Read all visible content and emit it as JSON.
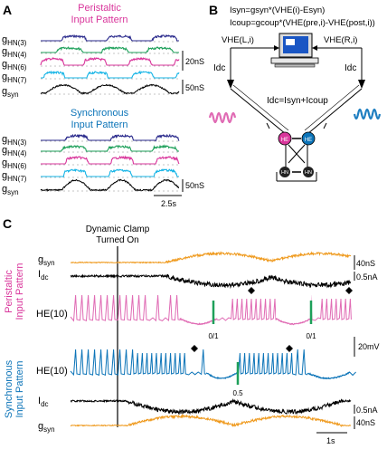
{
  "colors": {
    "magenta": "#d9359b",
    "blue": "#0c74b8",
    "cyan": "#14b4e6",
    "navy": "#2a2a8c",
    "green": "#1ea05a",
    "orange": "#ef9a1e",
    "black": "#000000",
    "pink": "#e06bb4"
  },
  "panelA": {
    "label": "A",
    "peristaltic_title_1": "Peristaltic",
    "peristaltic_title_2": "Input Pattern",
    "synchronous_title_1": "Synchronous",
    "synchronous_title_2": "Input Pattern",
    "rows": [
      {
        "g": "g",
        "sub": "HN(3)"
      },
      {
        "g": "g",
        "sub": "HN(4)"
      },
      {
        "g": "g",
        "sub": "HN(6)"
      },
      {
        "g": "g",
        "sub": "HN(7)"
      },
      {
        "g": "g",
        "sub": "syn"
      }
    ],
    "scale_top": "20nS",
    "scale_syn": "50nS",
    "scale_syn_bottom": "50nS",
    "scale_time": "2.5s"
  },
  "panelB": {
    "label": "B",
    "eq1": "Isyn=gsyn*(VHE(i)-Esyn)",
    "eq2": "Icoup=gcoup*(VHE(pre,i)-VHE(post,i))",
    "v_left": "VHE(L,i)",
    "v_right": "VHE(R,i)",
    "idc_left": "Idc",
    "idc_right": "Idc",
    "idc_eq": "Idc=Isyn+Icoup",
    "node_left": "HE",
    "node_right": "HE",
    "hn_left": "HN",
    "hn_right": "HN"
  },
  "panelC": {
    "label": "C",
    "clamp_1": "Dynamic Clamp",
    "clamp_2": "Turned On",
    "peri_side_1": "Peristaltic",
    "peri_side_2": "Input Pattern",
    "sync_side_1": "Synchronous",
    "sync_side_2": "Input Pattern",
    "gsyn_label": "g",
    "gsyn_sub": "syn",
    "idc_label": "I",
    "idc_sub": "dc",
    "he_label": "HE(10)",
    "phase_1": "0/1",
    "phase_2": "0/1",
    "phase_3": "0.5",
    "scale_ns": "40nS",
    "scale_na": "0.5nA",
    "scale_mv": "20mV",
    "scale_na_b": "0.5nA",
    "scale_ns_b": "40nS",
    "scale_time": "1s"
  }
}
